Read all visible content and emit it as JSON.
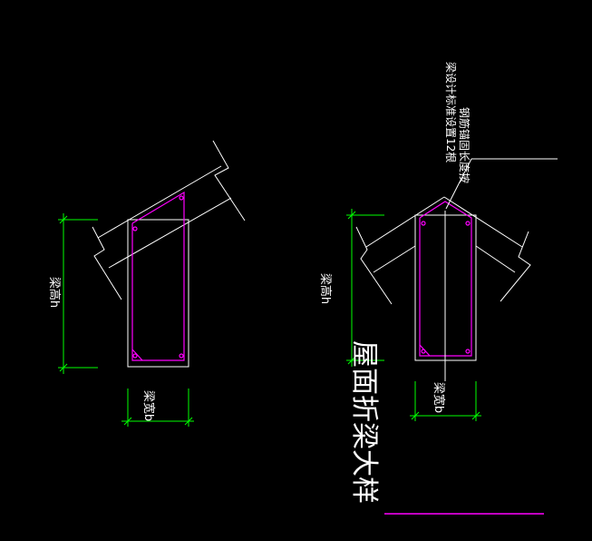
{
  "colors": {
    "background": "#000000",
    "outline": "#ffffff",
    "rebar": "#ff00ff",
    "dimension": "#00ff00"
  },
  "left_detail": {
    "height_label": "梁高h",
    "width_label": "梁宽b"
  },
  "right_detail": {
    "height_label": "梁高h",
    "width_label": "梁宽b",
    "note_line1": "钢筋锚固长度按",
    "note_line2": "梁设计标准设置12根"
  },
  "title": {
    "text": "屋面折梁大样"
  }
}
